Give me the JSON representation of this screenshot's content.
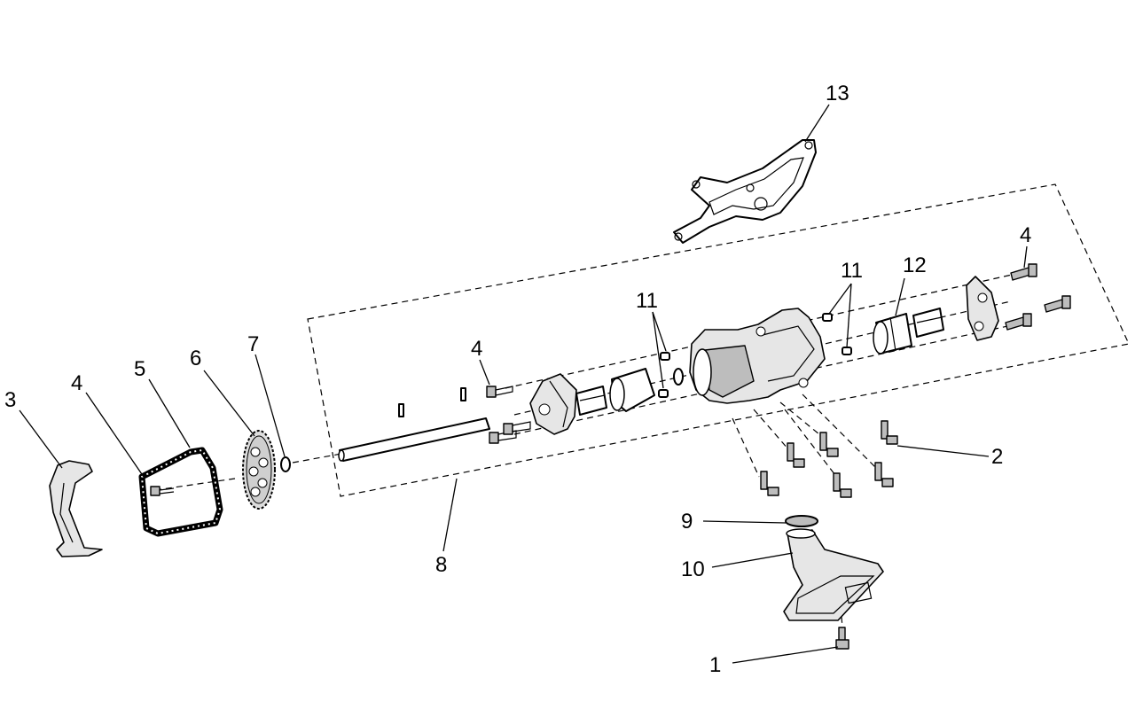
{
  "diagram": {
    "callouts": [
      {
        "id": "c1",
        "label": "1"
      },
      {
        "id": "c2",
        "label": "2"
      },
      {
        "id": "c3",
        "label": "3"
      },
      {
        "id": "c4a",
        "label": "4"
      },
      {
        "id": "c4b",
        "label": "4"
      },
      {
        "id": "c4c",
        "label": "4"
      },
      {
        "id": "c5",
        "label": "5"
      },
      {
        "id": "c6",
        "label": "6"
      },
      {
        "id": "c7",
        "label": "7"
      },
      {
        "id": "c8",
        "label": "8"
      },
      {
        "id": "c9",
        "label": "9"
      },
      {
        "id": "c10",
        "label": "10"
      },
      {
        "id": "c11a",
        "label": "11"
      },
      {
        "id": "c11b",
        "label": "11"
      },
      {
        "id": "c12",
        "label": "12"
      },
      {
        "id": "c13",
        "label": "13"
      }
    ]
  }
}
